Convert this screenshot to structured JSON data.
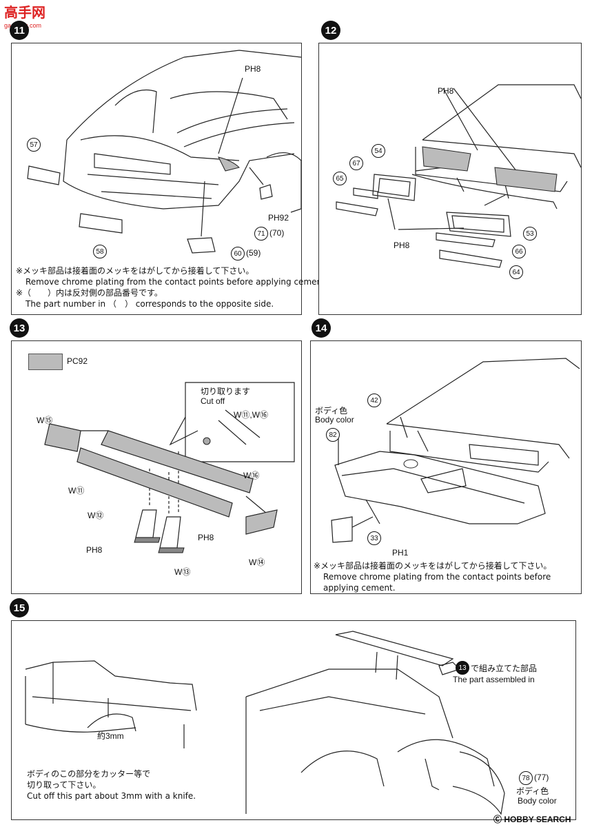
{
  "watermark_top": {
    "text": "高手网",
    "url": "gaoshou.com"
  },
  "watermark_bottom": {
    "symbol": "Ⓒ",
    "text": "HOBBY SEARCH"
  },
  "steps": {
    "s11": {
      "number": "11",
      "parts": [
        "57",
        "58",
        "60",
        "59",
        "71",
        "70"
      ],
      "codes": {
        "ph8": "PH8",
        "ph92": "PH92"
      },
      "labels": {
        "p60": "(59)",
        "p71": "(70)"
      },
      "note_jp_1": "※メッキ部品は接着面のメッキをはがしてから接着して下さい。",
      "note_en_1": "Remove chrome plating from the contact points before applying cement.",
      "note_jp_2": "※（　　）内は反対側の部品番号です。",
      "note_en_2": "The part number in （　） corresponds to the opposite side."
    },
    "s12": {
      "number": "12",
      "parts": [
        "54",
        "67",
        "65",
        "53",
        "66",
        "64"
      ],
      "codes": {
        "ph8a": "PH8",
        "ph8b": "PH8"
      }
    },
    "s13": {
      "number": "13",
      "swatch_code": "PC92",
      "cutoff_jp": "切り取ります",
      "cutoff_en": "Cut off",
      "cutoff_parts": "W⑪,W⑯",
      "parts": {
        "w15": "W⑮",
        "w11": "W⑪",
        "w12": "W⑫",
        "w16": "W⑯",
        "w13": "W⑬",
        "w14": "W⑭"
      },
      "codes": {
        "ph8a": "PH8",
        "ph8b": "PH8"
      }
    },
    "s14": {
      "number": "14",
      "body_jp": "ボディ色",
      "body_en": "Body color",
      "parts": [
        "42",
        "82",
        "33"
      ],
      "code": "PH1",
      "note_jp": "※メッキ部品は接着面のメッキをはがしてから接着して下さい。",
      "note_en_1": "Remove chrome plating from the contact points before",
      "note_en_2": "applying cement."
    },
    "s15": {
      "number": "15",
      "assembled_jp": "で組み立てた部品",
      "assembled_en": "The part assembled in",
      "assembled_ref": "13",
      "approx": "約3mm",
      "cut_jp_1": "ボディのこの部分をカッター等で",
      "cut_jp_2": "切り取って下さい。",
      "cut_en": "Cut off this part about 3mm with a knife.",
      "part_label": "(77)",
      "part_main": "78",
      "body_jp": "ボディ色",
      "body_en": "Body color"
    }
  }
}
